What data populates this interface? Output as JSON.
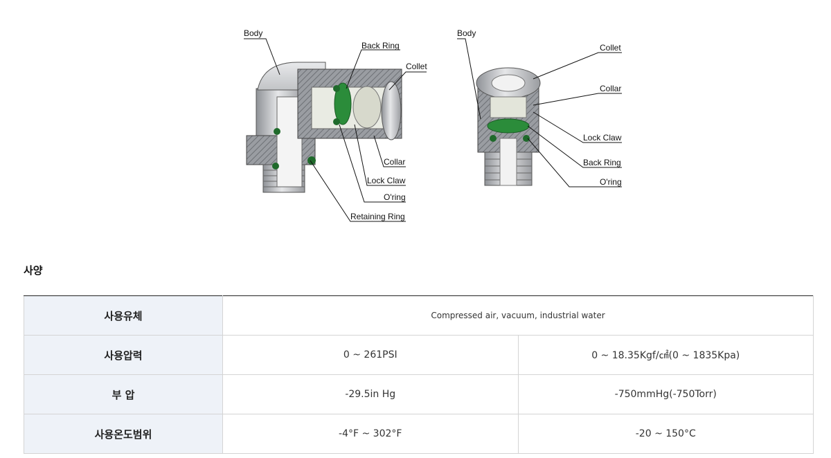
{
  "diagram": {
    "left_labels": {
      "body": "Body",
      "back_ring": "Back Ring",
      "collet": "Collet",
      "collar": "Collar",
      "lock_claw": "Lock Claw",
      "oring": "O'ring",
      "retaining_ring": "Retaining Ring"
    },
    "right_labels": {
      "body": "Body",
      "collet": "Collet",
      "collar": "Collar",
      "lock_claw": "Lock Claw",
      "back_ring": "Back Ring",
      "oring": "O'ring"
    }
  },
  "section_title": "사양",
  "spec_rows": [
    {
      "label": "사용유체",
      "value": "Compressed air, vacuum, industrial water"
    },
    {
      "label": "사용압력",
      "value1": "0 ~ 261PSI",
      "value2": "0 ~ 18.35Kgf/㎠(0 ~ 1835Kpa)"
    },
    {
      "label": "부 압",
      "value1": "-29.5in Hg",
      "value2": "-750mmHg(-750Torr)"
    },
    {
      "label": "사용온도범위",
      "value1": "-4°F ~ 302°F",
      "value2": "-20 ~ 150°C"
    }
  ],
  "colors": {
    "header_bg": "#eef2f8",
    "oring_green": "#1f7a2e",
    "metal_gray": "#b9bcc0"
  }
}
